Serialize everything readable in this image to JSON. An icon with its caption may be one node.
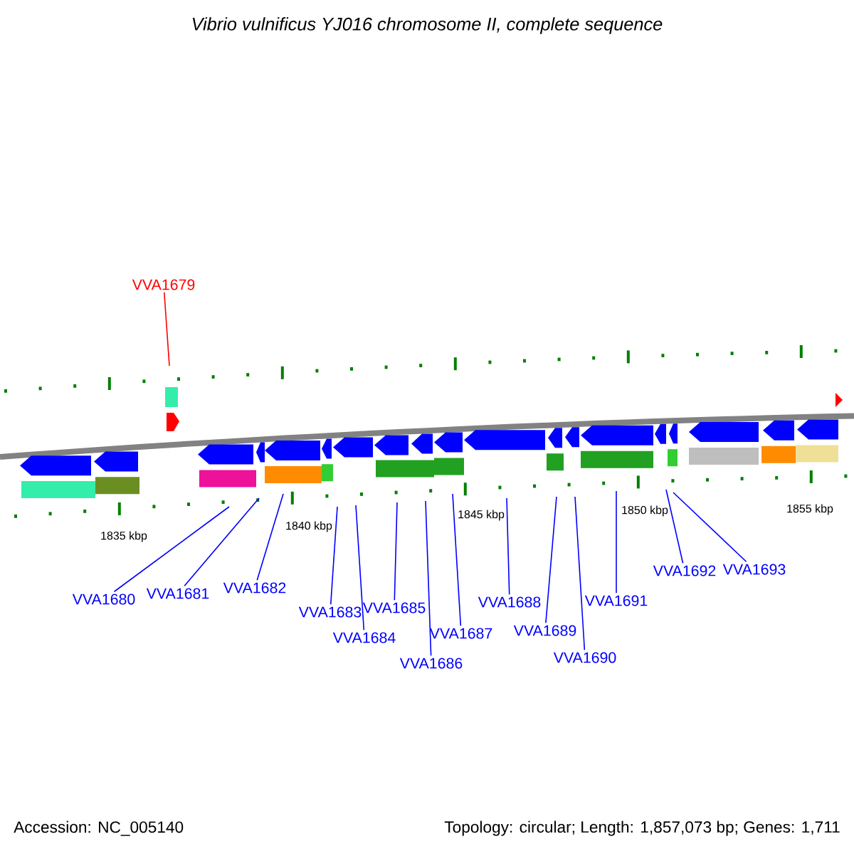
{
  "diagram": {
    "title": "Vibrio vulnificus YJ016 chromosome II, complete sequence",
    "nodes": [
      {
        "text": [
          "VVA1679"
        ]
      },
      {
        "text": [
          "VVA1680"
        ]
      },
      {
        "text": [
          "VVA1681"
        ]
      },
      {
        "text": [
          "VVA1682"
        ]
      },
      {
        "text": [
          "VVA1683"
        ]
      },
      {
        "text": [
          "VVA1684"
        ]
      },
      {
        "text": [
          "VVA1685"
        ]
      },
      {
        "text": [
          "VVA1686"
        ]
      },
      {
        "text": [
          "VVA1687"
        ]
      },
      {
        "text": [
          "VVA1688"
        ]
      },
      {
        "text": [
          "VVA1689"
        ]
      },
      {
        "text": [
          "VVA1690"
        ]
      },
      {
        "text": [
          "VVA1691"
        ]
      },
      {
        "text": [
          "VVA1692"
        ]
      },
      {
        "text": [
          "VVA1693"
        ]
      }
    ],
    "edges": [
      {
        "from": 0,
        "to": null,
        "arrow": "none",
        "color": "#ff0000"
      },
      {
        "from": 1,
        "to": null,
        "arrow": "none"
      },
      {
        "from": 2,
        "to": null,
        "arrow": "none"
      },
      {
        "from": 3,
        "to": null,
        "arrow": "none"
      },
      {
        "from": 4,
        "to": null,
        "arrow": "none"
      },
      {
        "from": 5,
        "to": null,
        "arrow": "none"
      },
      {
        "from": 6,
        "to": null,
        "arrow": "none"
      },
      {
        "from": 7,
        "to": null,
        "arrow": "none"
      },
      {
        "from": 8,
        "to": null,
        "arrow": "none"
      },
      {
        "from": 9,
        "to": null,
        "arrow": "none"
      },
      {
        "from": 10,
        "to": null,
        "arrow": "none"
      },
      {
        "from": 11,
        "to": null,
        "arrow": "none"
      },
      {
        "from": 12,
        "to": null,
        "arrow": "none"
      },
      {
        "from": 13,
        "to": null,
        "arrow": "none"
      },
      {
        "from": 14,
        "to": null,
        "arrow": "none"
      }
    ],
    "labels": [
      "1835 kbp",
      "1840 kbp",
      "1845 kbp",
      "1850 kbp",
      "1855 kbp",
      "Accession: NC_005140",
      "Topology: circular; Length: 1,857,073 bp; Genes: 1,711"
    ]
  }
}
